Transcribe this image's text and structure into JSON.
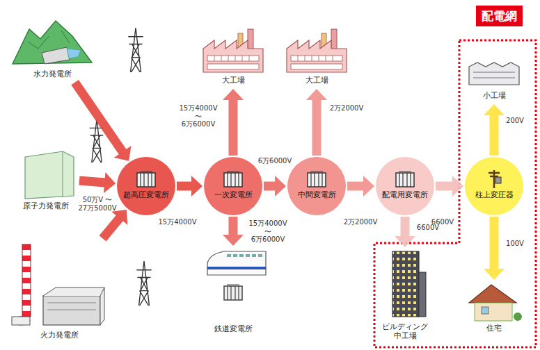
{
  "diagram": {
    "nodes": [
      {
        "text": [
          "水力発電所"
        ]
      },
      {
        "text": [
          "原子力発電所"
        ]
      },
      {
        "text": [
          "火力発電所"
        ]
      },
      {
        "text": [
          "超高圧変電所"
        ]
      },
      {
        "text": [
          "一次変電所"
        ]
      },
      {
        "text": [
          "中間変電所"
        ]
      },
      {
        "text": [
          "配電用変電所"
        ]
      },
      {
        "text": [
          "柱上変圧器"
        ]
      },
      {
        "text": [
          "大工場"
        ]
      },
      {
        "text": [
          "大工場"
        ]
      },
      {
        "text": [
          "鉄道変電所"
        ]
      },
      {
        "text": [
          "小工場"
        ]
      },
      {
        "text": [
          "ビルディング 中工場"
        ]
      },
      {
        "text": [
          "住宅"
        ]
      }
    ],
    "edges": [
      {
        "from": 0,
        "to": 3,
        "arrow": "to"
      },
      {
        "from": 1,
        "to": 3,
        "arrow": "to",
        "label": "50万V 〜 27万5000V"
      },
      {
        "from": 2,
        "to": 3,
        "arrow": "to"
      },
      {
        "from": 3,
        "to": 4,
        "arrow": "to",
        "label": "15万4000V"
      },
      {
        "from": 4,
        "to": 8,
        "arrow": "to",
        "label": "15万4000V 〜 6万6000V"
      },
      {
        "from": 4,
        "to": 5,
        "arrow": "to",
        "label": "6万6000V"
      },
      {
        "from": 4,
        "to": 10,
        "arrow": "to",
        "label": "15万4000V 〜 6万6000V"
      },
      {
        "from": 5,
        "to": 9,
        "arrow": "to",
        "label": "2万2000V"
      },
      {
        "from": 5,
        "to": 6,
        "arrow": "to",
        "label": "2万2000V"
      },
      {
        "from": 6,
        "to": 7,
        "arrow": "to",
        "label": "6600V"
      },
      {
        "from": 6,
        "to": 12,
        "arrow": "to",
        "label": "6600V"
      },
      {
        "from": 7,
        "to": 11,
        "arrow": "to",
        "label": "200V"
      },
      {
        "from": 7,
        "to": 13,
        "arrow": "to",
        "label": "100V"
      }
    ],
    "labels": [
      "配電網"
    ]
  }
}
